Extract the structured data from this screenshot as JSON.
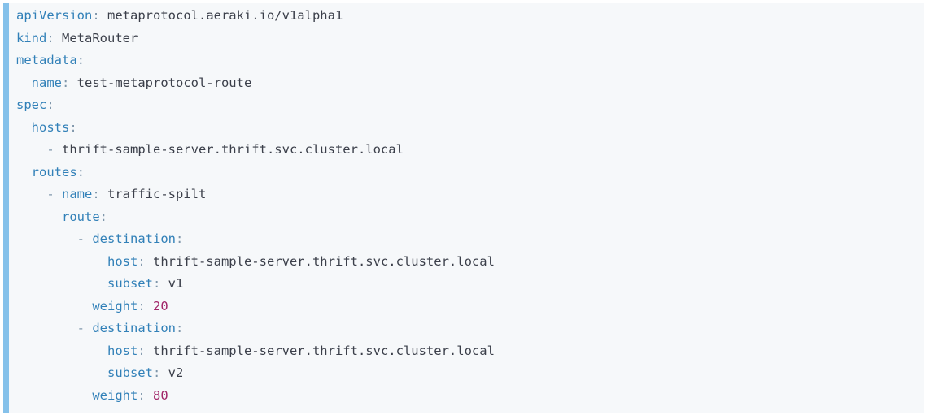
{
  "code_block": {
    "language": "yaml",
    "colors": {
      "background": "#f6f8fa",
      "accent_bar": "#85c1ea",
      "key": "#3180b8",
      "punctuation": "#7e96aa",
      "value": "#3b3f4a",
      "number": "#a12568"
    },
    "lines": [
      {
        "tokens": [
          [
            "key",
            "apiVersion"
          ],
          [
            "punct",
            ": "
          ],
          [
            "value",
            "metaprotocol.aeraki.io/v1alpha1"
          ]
        ]
      },
      {
        "tokens": [
          [
            "key",
            "kind"
          ],
          [
            "punct",
            ": "
          ],
          [
            "value",
            "MetaRouter"
          ]
        ]
      },
      {
        "tokens": [
          [
            "key",
            "metadata"
          ],
          [
            "punct",
            ":"
          ]
        ]
      },
      {
        "tokens": [
          [
            "ws",
            "  "
          ],
          [
            "key",
            "name"
          ],
          [
            "punct",
            ": "
          ],
          [
            "value",
            "test-metaprotocol-route"
          ]
        ]
      },
      {
        "tokens": [
          [
            "key",
            "spec"
          ],
          [
            "punct",
            ":"
          ]
        ]
      },
      {
        "tokens": [
          [
            "ws",
            "  "
          ],
          [
            "key",
            "hosts"
          ],
          [
            "punct",
            ":"
          ]
        ]
      },
      {
        "tokens": [
          [
            "ws",
            "    "
          ],
          [
            "punct",
            "- "
          ],
          [
            "value",
            "thrift-sample-server.thrift.svc.cluster.local"
          ]
        ]
      },
      {
        "tokens": [
          [
            "ws",
            "  "
          ],
          [
            "key",
            "routes"
          ],
          [
            "punct",
            ":"
          ]
        ]
      },
      {
        "tokens": [
          [
            "ws",
            "    "
          ],
          [
            "punct",
            "- "
          ],
          [
            "key",
            "name"
          ],
          [
            "punct",
            ": "
          ],
          [
            "value",
            "traffic-spilt"
          ]
        ]
      },
      {
        "tokens": [
          [
            "ws",
            "      "
          ],
          [
            "key",
            "route"
          ],
          [
            "punct",
            ":"
          ]
        ]
      },
      {
        "tokens": [
          [
            "ws",
            "        "
          ],
          [
            "punct",
            "- "
          ],
          [
            "key",
            "destination"
          ],
          [
            "punct",
            ":"
          ]
        ]
      },
      {
        "tokens": [
          [
            "ws",
            "            "
          ],
          [
            "key",
            "host"
          ],
          [
            "punct",
            ": "
          ],
          [
            "value",
            "thrift-sample-server.thrift.svc.cluster.local"
          ]
        ]
      },
      {
        "tokens": [
          [
            "ws",
            "            "
          ],
          [
            "key",
            "subset"
          ],
          [
            "punct",
            ": "
          ],
          [
            "value",
            "v1"
          ]
        ]
      },
      {
        "tokens": [
          [
            "ws",
            "          "
          ],
          [
            "key",
            "weight"
          ],
          [
            "punct",
            ": "
          ],
          [
            "number",
            "20"
          ]
        ]
      },
      {
        "tokens": [
          [
            "ws",
            "        "
          ],
          [
            "punct",
            "- "
          ],
          [
            "key",
            "destination"
          ],
          [
            "punct",
            ":"
          ]
        ]
      },
      {
        "tokens": [
          [
            "ws",
            "            "
          ],
          [
            "key",
            "host"
          ],
          [
            "punct",
            ": "
          ],
          [
            "value",
            "thrift-sample-server.thrift.svc.cluster.local"
          ]
        ]
      },
      {
        "tokens": [
          [
            "ws",
            "            "
          ],
          [
            "key",
            "subset"
          ],
          [
            "punct",
            ": "
          ],
          [
            "value",
            "v2"
          ]
        ]
      },
      {
        "tokens": [
          [
            "ws",
            "          "
          ],
          [
            "key",
            "weight"
          ],
          [
            "punct",
            ": "
          ],
          [
            "number",
            "80"
          ]
        ]
      }
    ]
  }
}
